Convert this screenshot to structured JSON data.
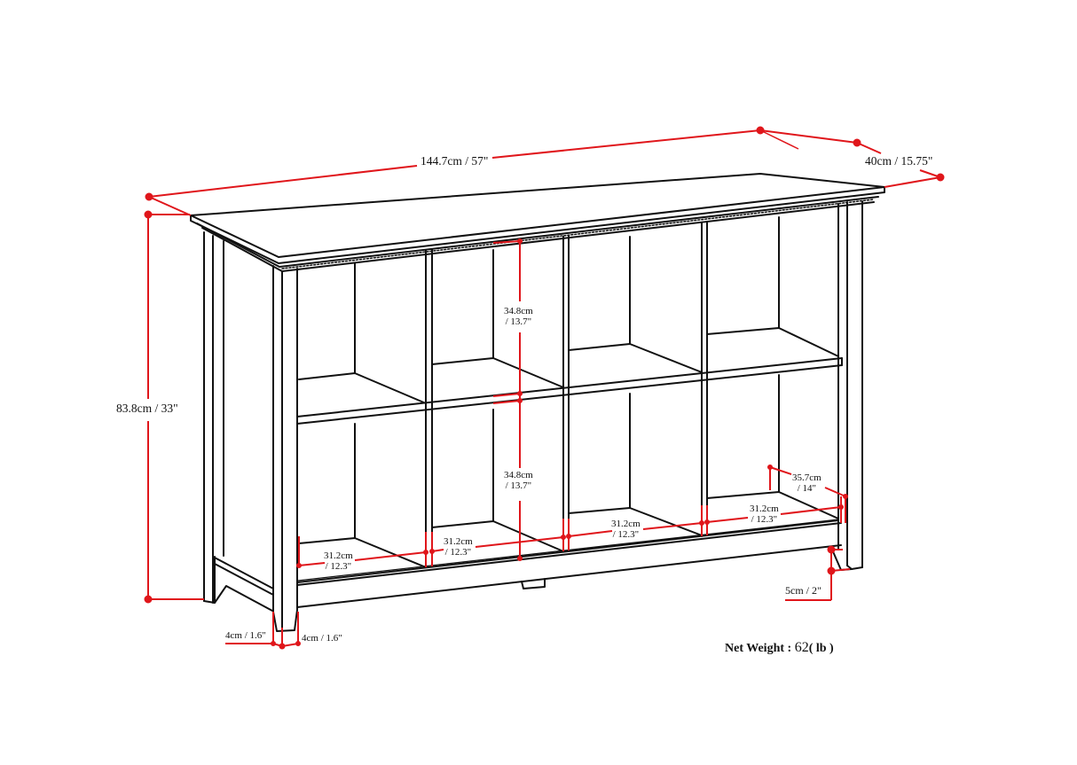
{
  "diagram": {
    "title": "Cube bookcase / storage console dimension diagram",
    "colors": {
      "outline": "#111111",
      "dimension_line": "#e0161b",
      "background": "#ffffff"
    },
    "dimensions": {
      "width": "144.7cm / 57\"",
      "depth": "40cm / 15.75\"",
      "height": "83.8cm / 33\"",
      "upper_cube_height": {
        "cm": "34.8cm",
        "in": "/ 13.7\""
      },
      "lower_cube_height": {
        "cm": "34.8cm",
        "in": "/ 13.7\""
      },
      "cube_depth": {
        "cm": "35.7cm",
        "in": "/ 14\""
      },
      "cube_widths": [
        {
          "cm": "31.2cm",
          "in": "/ 12.3\""
        },
        {
          "cm": "31.2cm",
          "in": "/ 12.3\""
        },
        {
          "cm": "31.2cm",
          "in": "/ 12.3\""
        },
        {
          "cm": "31.2cm",
          "in": "/ 12.3\""
        }
      ],
      "leg_width_side": "4cm / 1.6\"",
      "leg_width_front": "4cm / 1.6\"",
      "leg_height": "5cm / 2\""
    },
    "weight": {
      "label": "Net Weight :",
      "value": "62",
      "unit": "( lb )"
    },
    "structure": {
      "cubes_columns": 4,
      "cubes_rows": 2
    }
  }
}
